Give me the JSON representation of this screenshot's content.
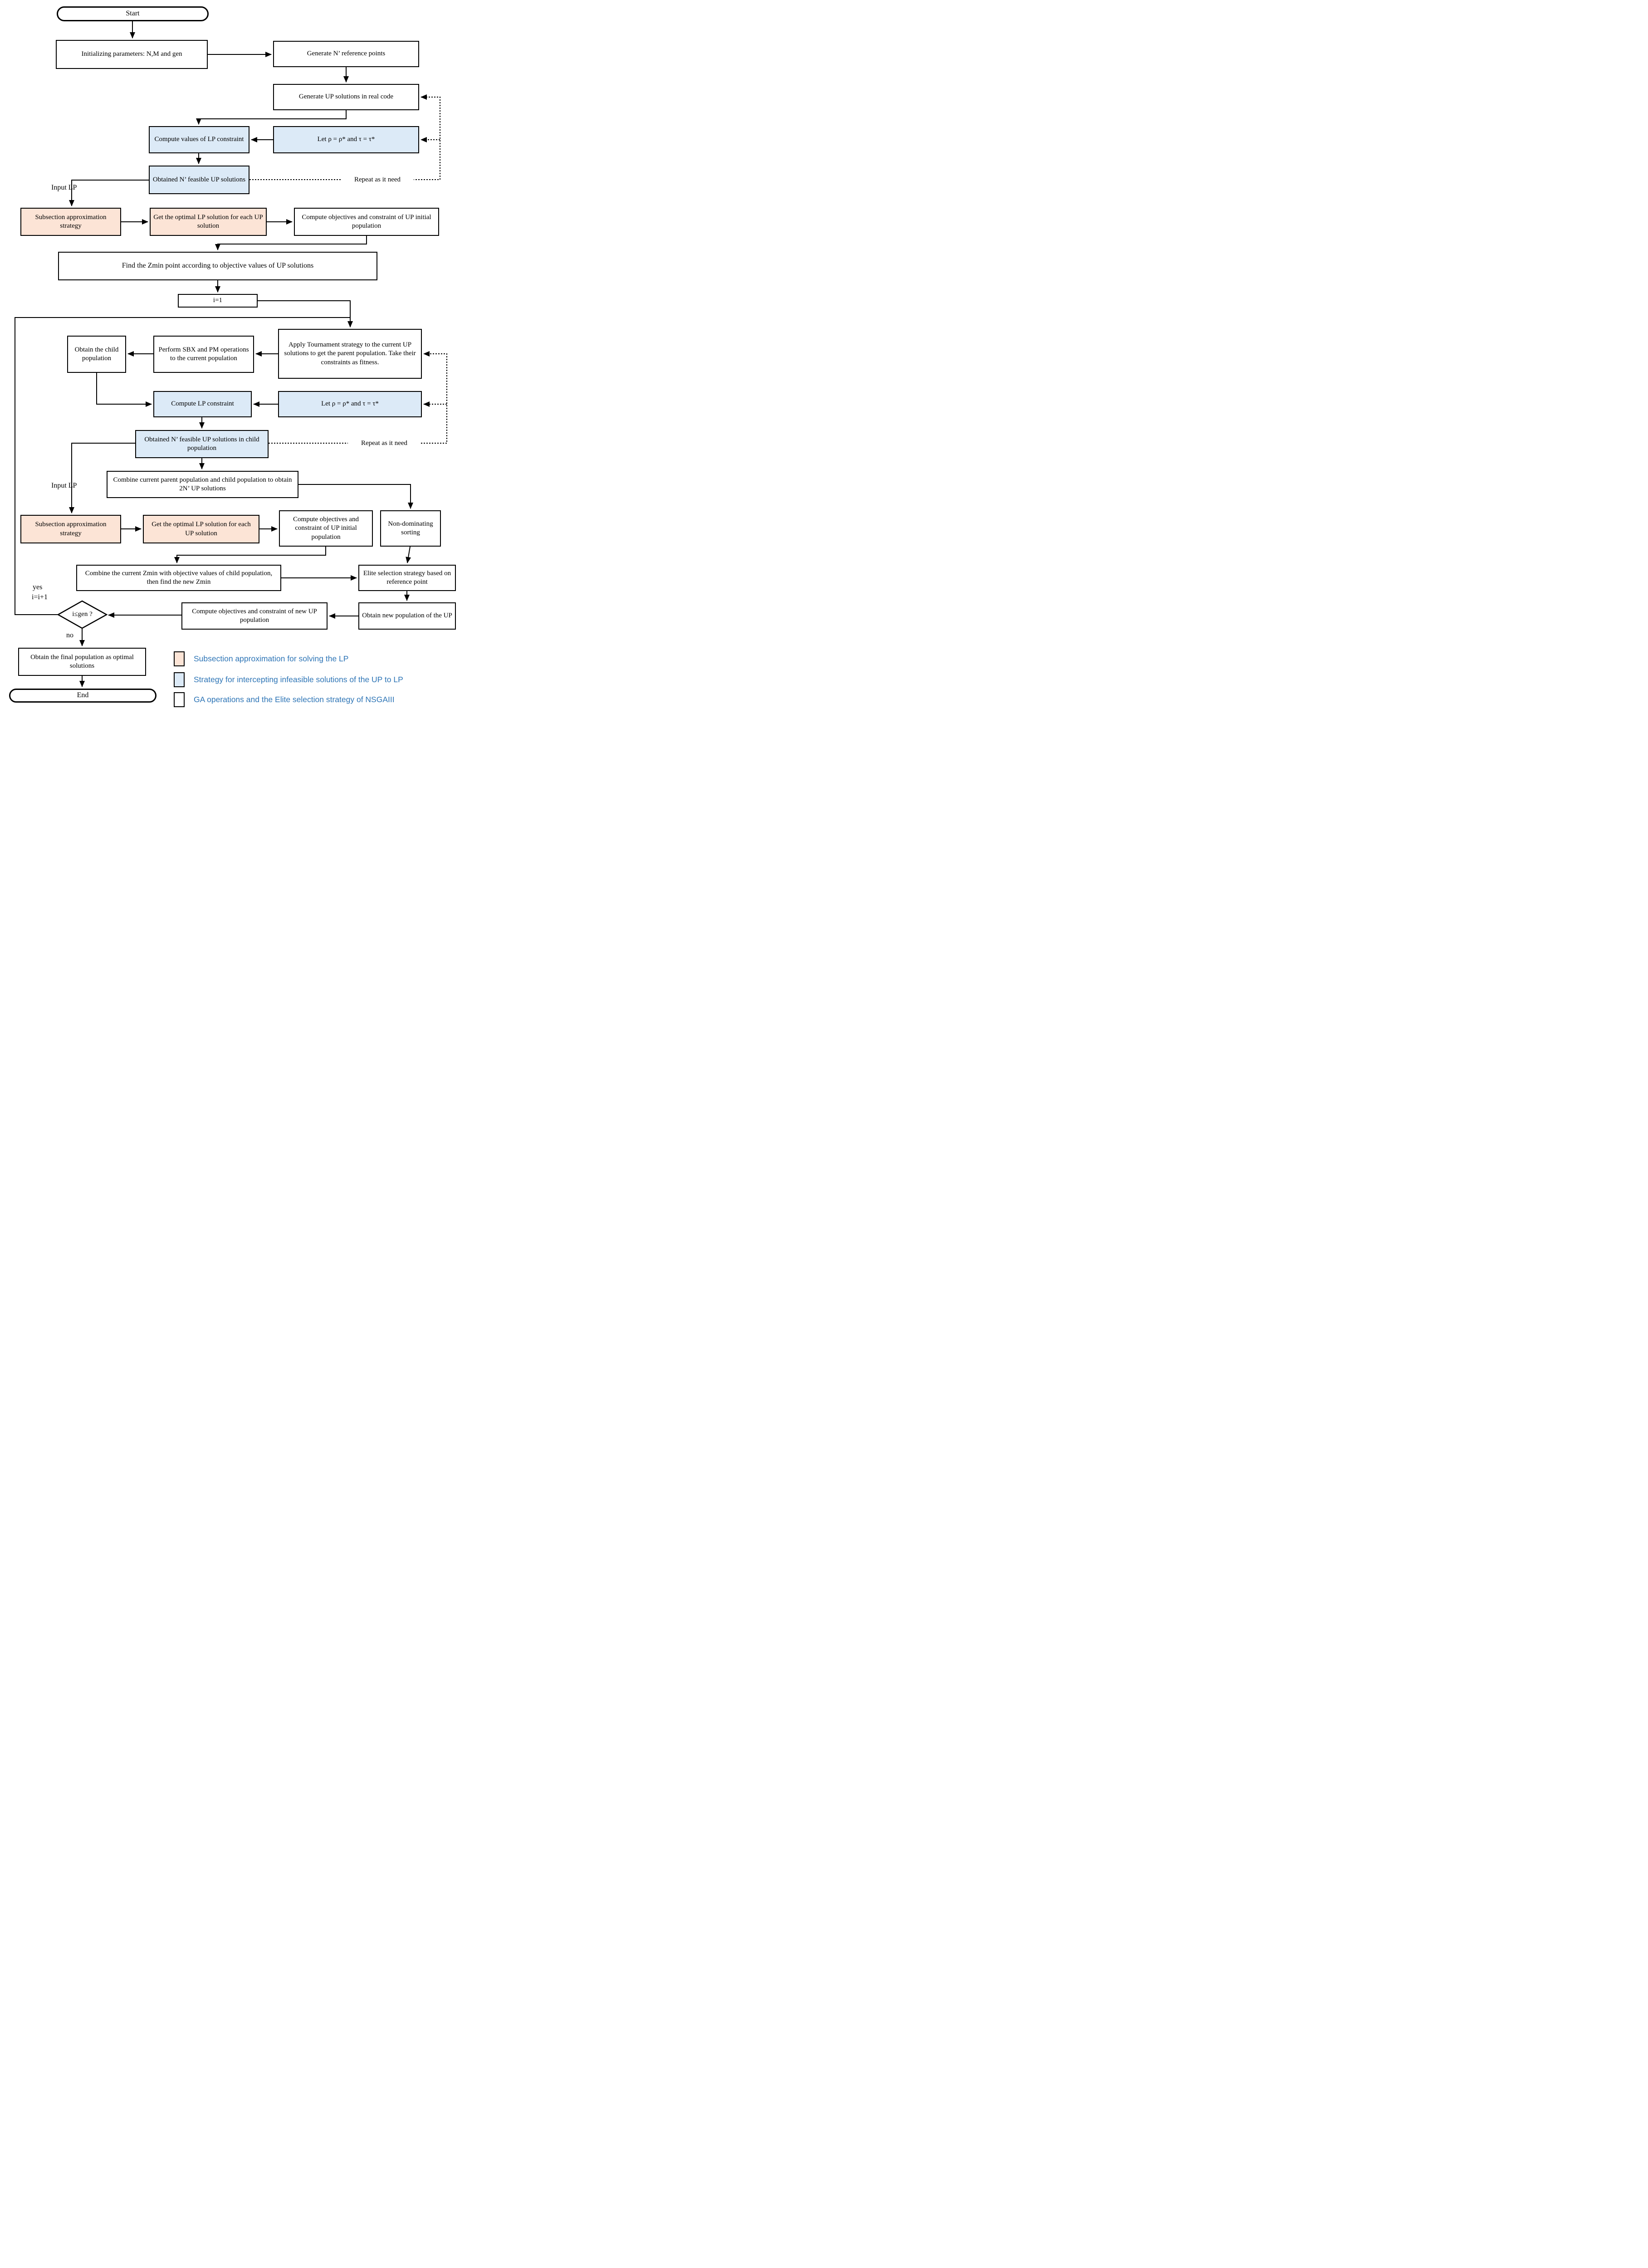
{
  "nodes": {
    "start": {
      "label": "Start"
    },
    "init": {
      "label": "Initializing parameters: N,M and gen"
    },
    "gen_ref": {
      "label": "Generate N’ reference points"
    },
    "gen_up": {
      "label": "Generate UP solutions in real code"
    },
    "compute_lp_values": {
      "label": "Compute values of LP constraint"
    },
    "let_rho_1": {
      "label": "Let ρ =  ρ* and τ = τ*"
    },
    "obtained_feasible": {
      "label": "Obtained N’ feasible UP solutions"
    },
    "subsection_1": {
      "label": "Subsection approximation strategy"
    },
    "get_optimal_1": {
      "label": "Get the optimal LP solution for each UP solution"
    },
    "compute_obj_initial_1": {
      "label": "Compute objectives and constraint of UP initial population"
    },
    "find_zmin": {
      "label": "Find the Zmin point according to objective values of UP solutions"
    },
    "i_init": {
      "label": "i=1"
    },
    "tournament": {
      "label": "Apply Tournament strategy to the current UP solutions to get the parent population. Take their constraints as fitness."
    },
    "sbx_pm": {
      "label": "Perform SBX and PM operations to the current population"
    },
    "child_pop": {
      "label": "Obtain the child population"
    },
    "compute_lp_constraint": {
      "label": "Compute LP constraint"
    },
    "let_rho_2": {
      "label": "Let ρ =  ρ* and τ = τ*"
    },
    "obtained_feasible_child": {
      "label": "Obtained N’ feasible UP solutions in child population"
    },
    "combine_2n": {
      "label": "Combine current parent population and child population to obtain 2N’ UP solutions"
    },
    "subsection_2": {
      "label": "Subsection approximation strategy"
    },
    "get_optimal_2": {
      "label": "Get the optimal LP solution for each UP solution"
    },
    "compute_obj_initial_2": {
      "label": "Compute objectives and constraint of UP initial population"
    },
    "non_dom_sort": {
      "label": "Non-dominating sorting"
    },
    "combine_zmin": {
      "label": "Combine the current Zmin with objective values of child population, then find the new Zmin"
    },
    "elite": {
      "label": "Elite selection strategy based on reference point"
    },
    "new_pop": {
      "label": "Obtain new population of the UP"
    },
    "compute_obj_new": {
      "label": "Compute objectives and constraint of new UP population"
    },
    "decision": {
      "label": "i≤gen ?"
    },
    "final_pop": {
      "label": "Obtain the final population as optimal solutions"
    },
    "end": {
      "label": "End"
    }
  },
  "edge_labels": {
    "input_lp": "Input LP",
    "repeat": "Repeat as it need",
    "yes": "yes",
    "increment": "i=i+1",
    "no": "no"
  },
  "legend": [
    {
      "swatch": "#FCE4D6",
      "label": "Subsection approximation for solving the LP"
    },
    {
      "swatch": "#DCEAF7",
      "label": "Strategy for intercepting infeasible solutions of the UP to LP"
    },
    {
      "swatch": "#FFFFFF",
      "label": "GA operations and the Elite selection strategy of NSGAIII"
    }
  ],
  "colors": {
    "box_blue": "#DCEAF7",
    "box_orange": "#FCE4D6",
    "box_white": "#FFFFFF",
    "legend_text": "#2E75B6",
    "line": "#000000"
  }
}
